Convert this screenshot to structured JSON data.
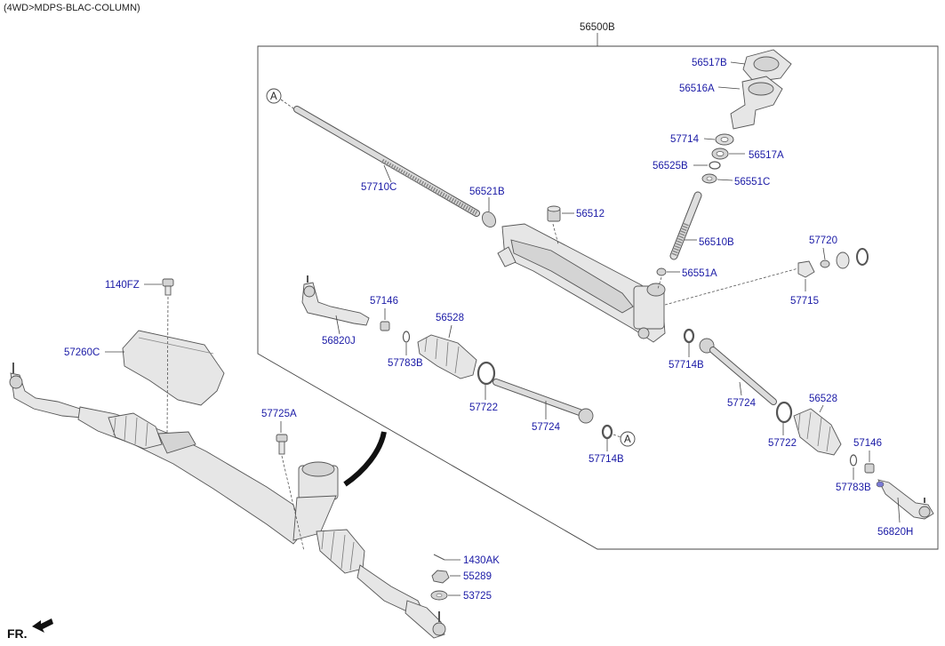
{
  "header": {
    "title": "(4WD>MDPS-BLAC-COLUMN)"
  },
  "footer": {
    "direction": "FR."
  },
  "group": {
    "label": "56500B"
  },
  "refs": {
    "a1": "A",
    "a2": "A"
  },
  "labels": [
    {
      "id": "l56517B",
      "text": "56517B"
    },
    {
      "id": "l56516A",
      "text": "56516A"
    },
    {
      "id": "l57714",
      "text": "57714"
    },
    {
      "id": "l56517A",
      "text": "56517A"
    },
    {
      "id": "l56525B",
      "text": "56525B"
    },
    {
      "id": "l56551C",
      "text": "56551C"
    },
    {
      "id": "l57710C",
      "text": "57710C"
    },
    {
      "id": "l56521B",
      "text": "56521B"
    },
    {
      "id": "l56512",
      "text": "56512"
    },
    {
      "id": "l56510B",
      "text": "56510B"
    },
    {
      "id": "l57720",
      "text": "57720"
    },
    {
      "id": "l56551A",
      "text": "56551A"
    },
    {
      "id": "l57715",
      "text": "57715"
    },
    {
      "id": "l57146a",
      "text": "57146"
    },
    {
      "id": "l56528a",
      "text": "56528"
    },
    {
      "id": "l56820J",
      "text": "56820J"
    },
    {
      "id": "l57783Ba",
      "text": "57783B"
    },
    {
      "id": "l57714Ba",
      "text": "57714B"
    },
    {
      "id": "l57722a",
      "text": "57722"
    },
    {
      "id": "l57724a",
      "text": "57724"
    },
    {
      "id": "l57714Bb",
      "text": "57714B"
    },
    {
      "id": "l57724b",
      "text": "57724"
    },
    {
      "id": "l56528b",
      "text": "56528"
    },
    {
      "id": "l57722b",
      "text": "57722"
    },
    {
      "id": "l57146b",
      "text": "57146"
    },
    {
      "id": "l57783Bb",
      "text": "57783B"
    },
    {
      "id": "l56820H",
      "text": "56820H"
    },
    {
      "id": "l1140FZ",
      "text": "1140FZ"
    },
    {
      "id": "l57260C",
      "text": "57260C"
    },
    {
      "id": "l57725A",
      "text": "57725A"
    },
    {
      "id": "l1430AK",
      "text": "1430AK"
    },
    {
      "id": "l55289",
      "text": "55289"
    },
    {
      "id": "l53725",
      "text": "53725"
    }
  ]
}
